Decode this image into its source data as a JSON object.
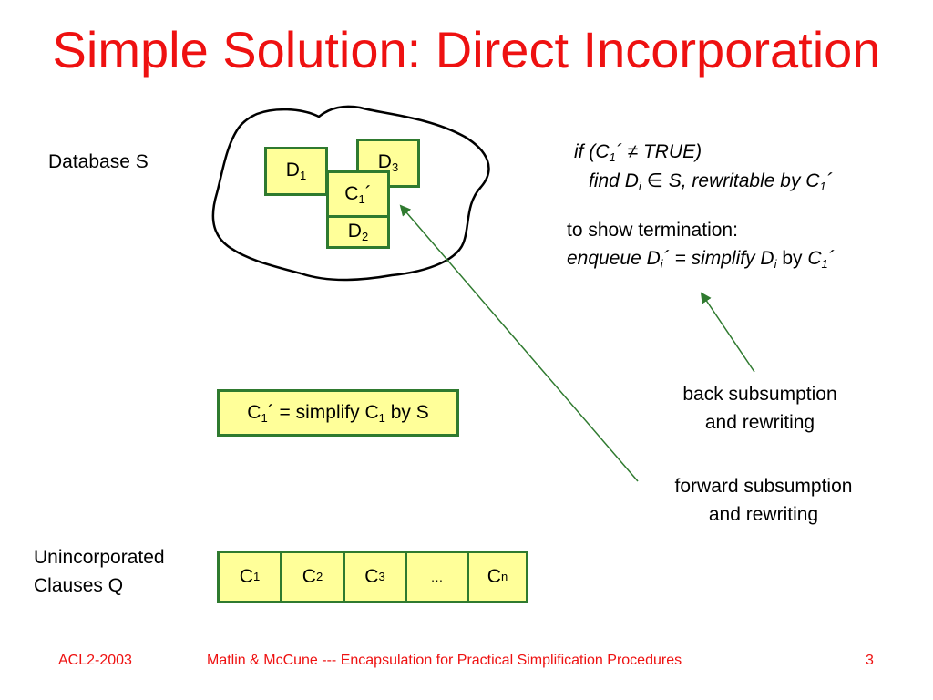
{
  "title": "Simple Solution: Direct Incorporation",
  "database_label": "Database S",
  "database_boxes": {
    "d1": {
      "base": "D",
      "sub": "1"
    },
    "d3": {
      "base": "D",
      "sub": "3"
    },
    "c1prime": {
      "base": "C",
      "sub": "1",
      "suffix": "´"
    },
    "d2": {
      "base": "D",
      "sub": "2"
    }
  },
  "condition": {
    "line1_prefix": "if (C",
    "line1_sub": "1",
    "line1_suffix": "´ ≠ TRUE)",
    "line2_prefix": "find D",
    "line2_sub": "i",
    "line2_middle": " ∈ S, rewritable by C",
    "line2_sub2": "1",
    "line2_suffix": "´"
  },
  "termination": {
    "line1": "to show termination:",
    "enqueue_prefix": "enqueue D",
    "enqueue_sub": "i",
    "enqueue_mid": "´ = simplify D",
    "enqueue_sub2": "i",
    "enqueue_by": " by ",
    "enqueue_c": "C",
    "enqueue_sub3": "1",
    "enqueue_suffix": "´"
  },
  "back_subsumption": {
    "line1": "back subsumption",
    "line2": "and rewriting"
  },
  "forward_subsumption": {
    "line1": "forward subsumption",
    "line2": "and rewriting"
  },
  "simplify_box": {
    "prefix": "C",
    "sub1": "1",
    "middle": "´ = simplify C",
    "sub2": "1",
    "suffix": " by S"
  },
  "queue_label": {
    "line1": "Unincorporated",
    "line2": "Clauses Q"
  },
  "queue_cells": [
    {
      "base": "C",
      "sub": "1"
    },
    {
      "base": "C",
      "sub": "2"
    },
    {
      "base": "C",
      "sub": "3"
    },
    {
      "base": "…",
      "sub": ""
    },
    {
      "base": "C",
      "sub": "n"
    }
  ],
  "footer": {
    "left": "ACL2-2003",
    "center": "Matlin & McCune --- Encapsulation for Practical Simplification Procedures",
    "page": "3"
  },
  "colors": {
    "title": "#ee1111",
    "box_fill": "#ffff99",
    "box_border": "#2f7a2f",
    "arrow": "#2f7a2f"
  }
}
